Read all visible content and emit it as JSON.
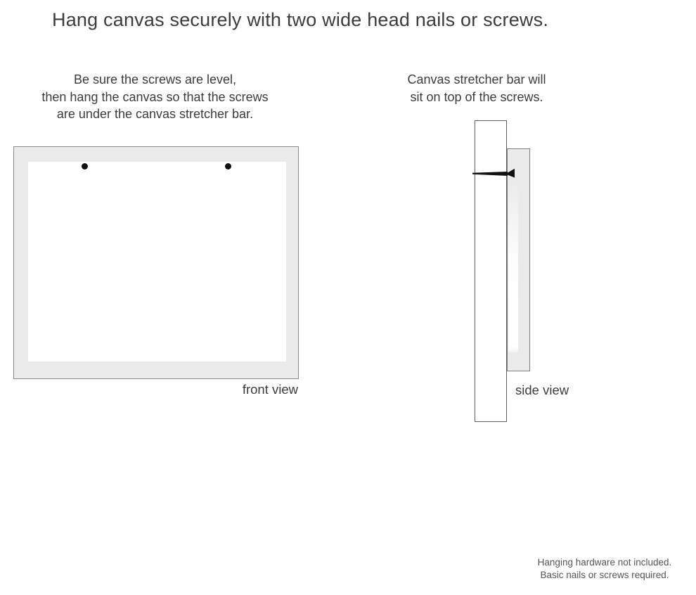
{
  "title": "Hang canvas securely with two wide head nails or screws.",
  "front_section": {
    "instruction_lines": [
      "Be sure the screws are level,",
      "then hang the canvas so that the screws",
      "are under the canvas stretcher bar."
    ],
    "view_label": "front view",
    "screw_count": 2
  },
  "side_section": {
    "instruction_lines": [
      "Canvas stretcher bar will",
      "sit on top of the screws."
    ],
    "view_label": "side view"
  },
  "footnote_lines": [
    "Hanging hardware not included.",
    "Basic nails or screws required."
  ],
  "colors": {
    "background": "#ffffff",
    "canvas_fill": "#ebebeb",
    "canvas_border": "#8a8a8a",
    "wall_border": "#5f5f5f",
    "text": "#3c3c3c",
    "footnote_text": "#555555",
    "screw_dot": "#111111",
    "nail": "#111111"
  }
}
